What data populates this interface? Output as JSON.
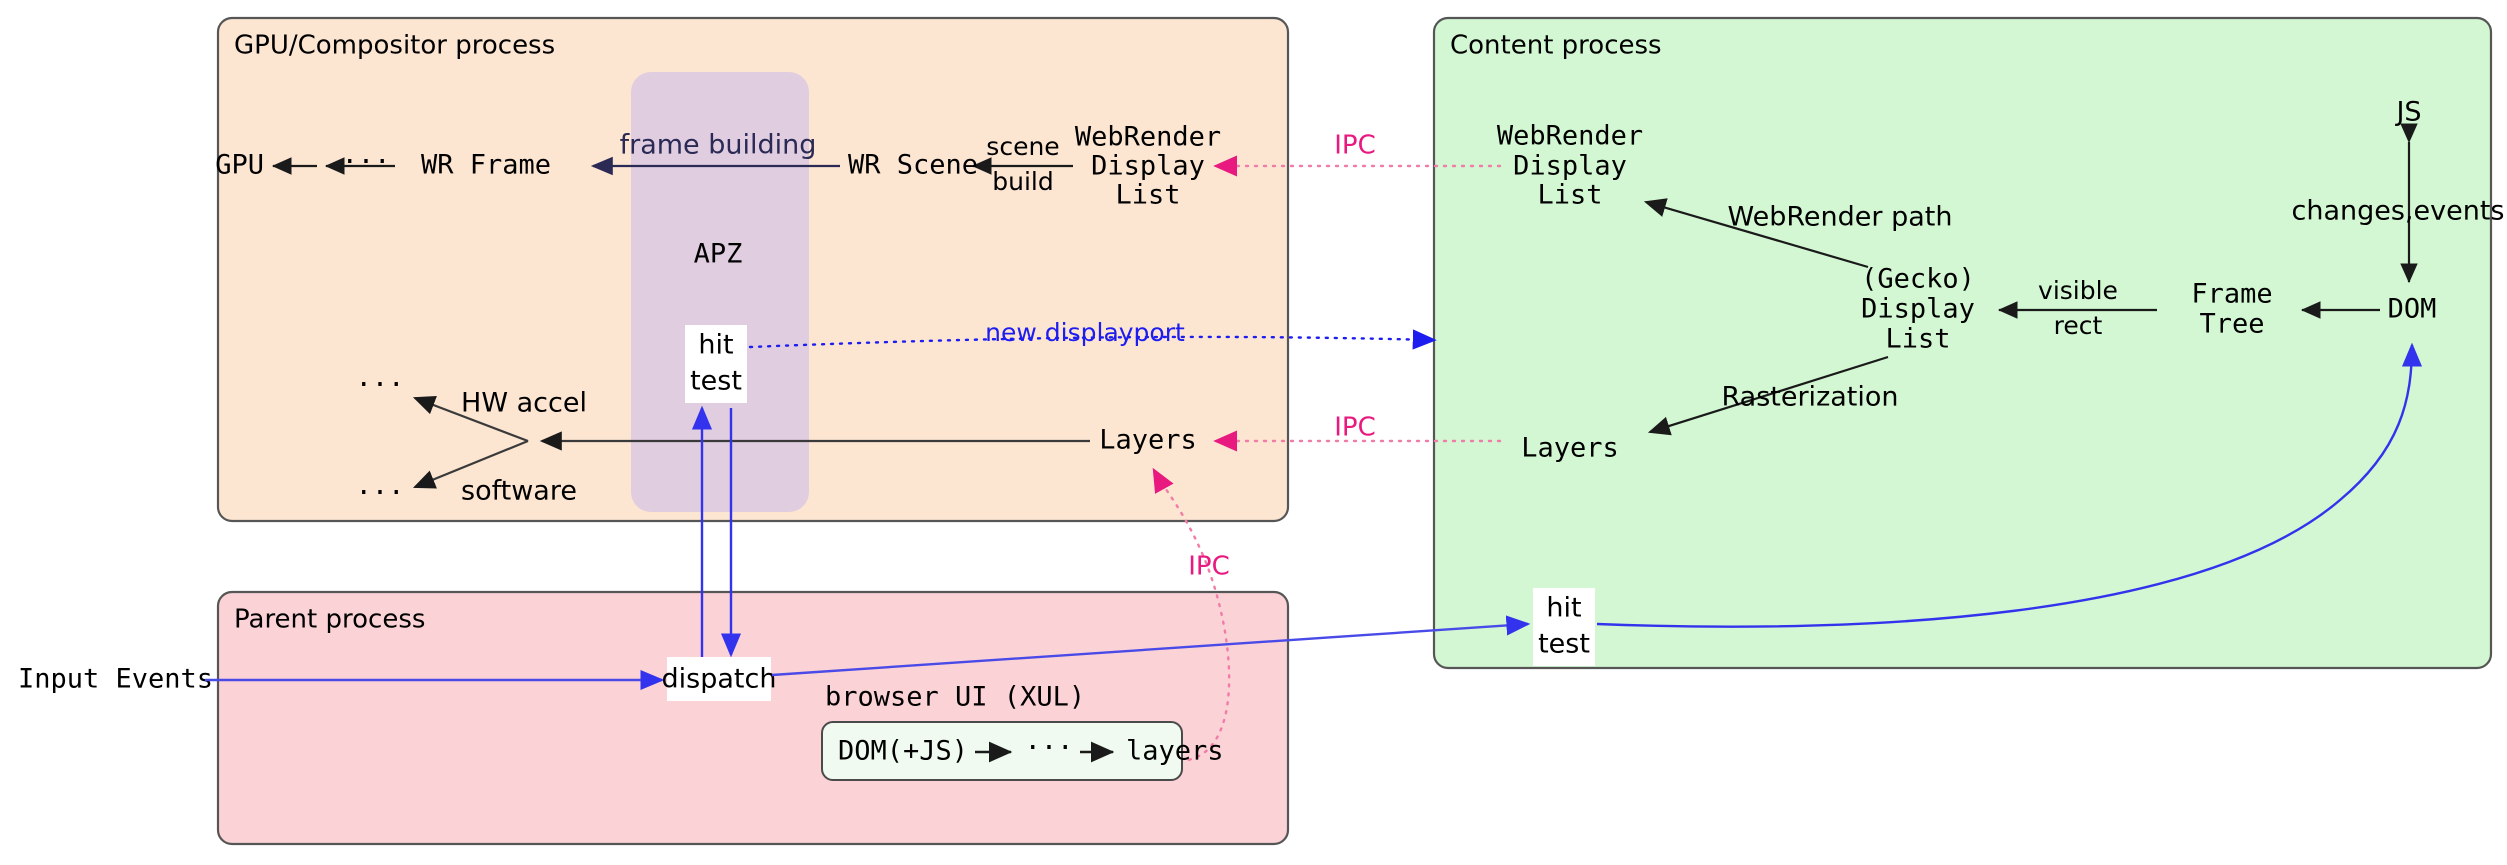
{
  "colors": {
    "gpu_box_fill": "#fce6d2",
    "content_box_fill": "#d2f7d2",
    "parent_box_fill": "#fbd3d6",
    "apz_fill": "#e0cde0",
    "xul_fill": "#f0faf0",
    "box_stroke": "#565656",
    "ipc_pink": "#e8197f",
    "ipc_dotted": "#f07ca8",
    "blue_arrow": "#3333ee",
    "displayport_blue": "#1d1df0",
    "frame_building_text": "#2a2a55",
    "arrow_black": "#1a1a1a"
  },
  "processes": {
    "gpu": {
      "title": "GPU/Compositor process"
    },
    "content": {
      "title": "Content process"
    },
    "parent": {
      "title": "Parent process"
    }
  },
  "gpu": {
    "nodes": {
      "gpu": "GPU",
      "dots1": "···",
      "wr_frame": "WR Frame",
      "wr_scene": "WR Scene",
      "wr_display_list_l1": "WebRender",
      "wr_display_list_l2": "Display",
      "wr_display_list_l3": "List",
      "apz": "APZ",
      "hit_test_l1": "hit",
      "hit_test_l2": "test",
      "dots_top": "···",
      "dots_bottom": "···",
      "hw_accel": "HW accel",
      "software": "software",
      "layers": "Layers"
    },
    "edge_labels": {
      "frame_building": "frame building",
      "scene_top": "scene",
      "scene_bottom": "build",
      "new_displayport": "new displayport"
    }
  },
  "content": {
    "nodes": {
      "wr_dl_l1": "WebRender",
      "wr_dl_l2": "Display",
      "wr_dl_l3": "List",
      "gecko_dl_l1": "(Gecko)",
      "gecko_dl_l2": "Display",
      "gecko_dl_l3": "List",
      "layers": "Layers",
      "frame_tree_l1": "Frame",
      "frame_tree_l2": "Tree",
      "dom": "DOM",
      "js": "JS",
      "hit_test_l1": "hit",
      "hit_test_l2": "test"
    },
    "edge_labels": {
      "webrender_path": "WebRender path",
      "rasterization": "Rasterization",
      "visible_top": "visible",
      "visible_bottom": "rect",
      "changes_events": "changes,events"
    }
  },
  "parent": {
    "nodes": {
      "input_events": "Input Events",
      "dispatch": "dispatch",
      "browser_ui": "browser UI (XUL)",
      "xul_dom": "DOM(+JS)",
      "xul_dots": "···",
      "xul_layers": "layers"
    }
  },
  "ipc_labels": {
    "top": "IPC",
    "middle": "IPC",
    "bottom": "IPC"
  }
}
